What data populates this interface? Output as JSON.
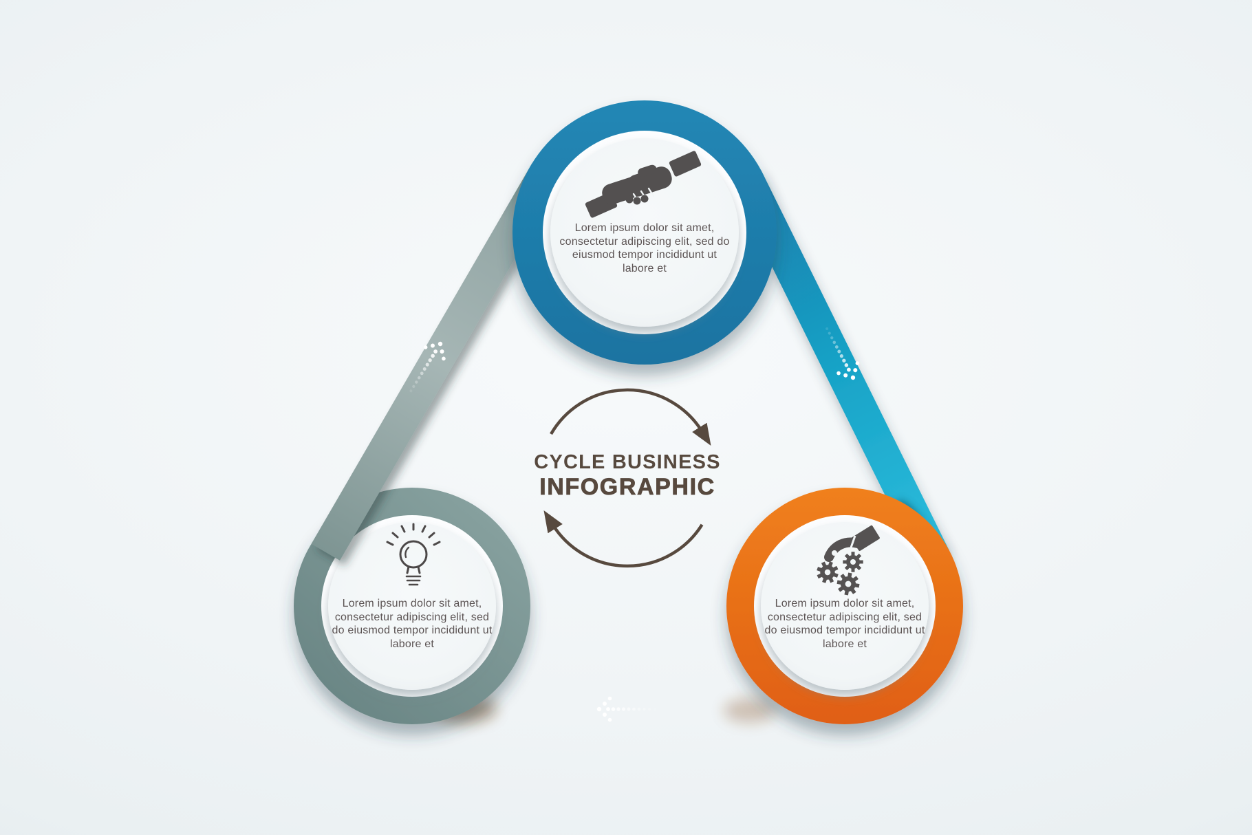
{
  "title": {
    "line1": "CYCLE BUSINESS",
    "line2": "INFOGRAPHIC"
  },
  "nodes": {
    "top": {
      "icon": "handshake-icon",
      "accent": "#1d7fae",
      "label": "Lorem ipsum dolor sit amet, consectetur adipiscing elit, sed do eiusmod tempor incididunt ut labore et"
    },
    "left": {
      "icon": "lightbulb-icon",
      "accent": "#7d9795",
      "label": "Lorem ipsum dolor sit amet, consectetur adipiscing elit, sed do eiusmod tempor incididunt ut labore et"
    },
    "right": {
      "icon": "hand-gears-icon",
      "accent": "#ef7616",
      "label": "Lorem ipsum dolor sit amet, consectetur adipiscing elit, sed do eiusmod tempor incididunt ut labore et"
    }
  },
  "cycle": {
    "direction": "clockwise",
    "dot_arrow_color": "#ffffff"
  },
  "colors": {
    "background": "#eef2f5",
    "title_text": "#57493e",
    "body_text": "#5c5454",
    "icon_gray": "#535050",
    "ring_blue": "#1d7fae",
    "ring_gray": "#7d9795",
    "ring_orange": "#ef7616",
    "band_blue_start": "#1b7cab",
    "band_blue_end": "#2cbddd",
    "band_gray": "#a4b5b4",
    "band_orange": "#f6951f"
  }
}
